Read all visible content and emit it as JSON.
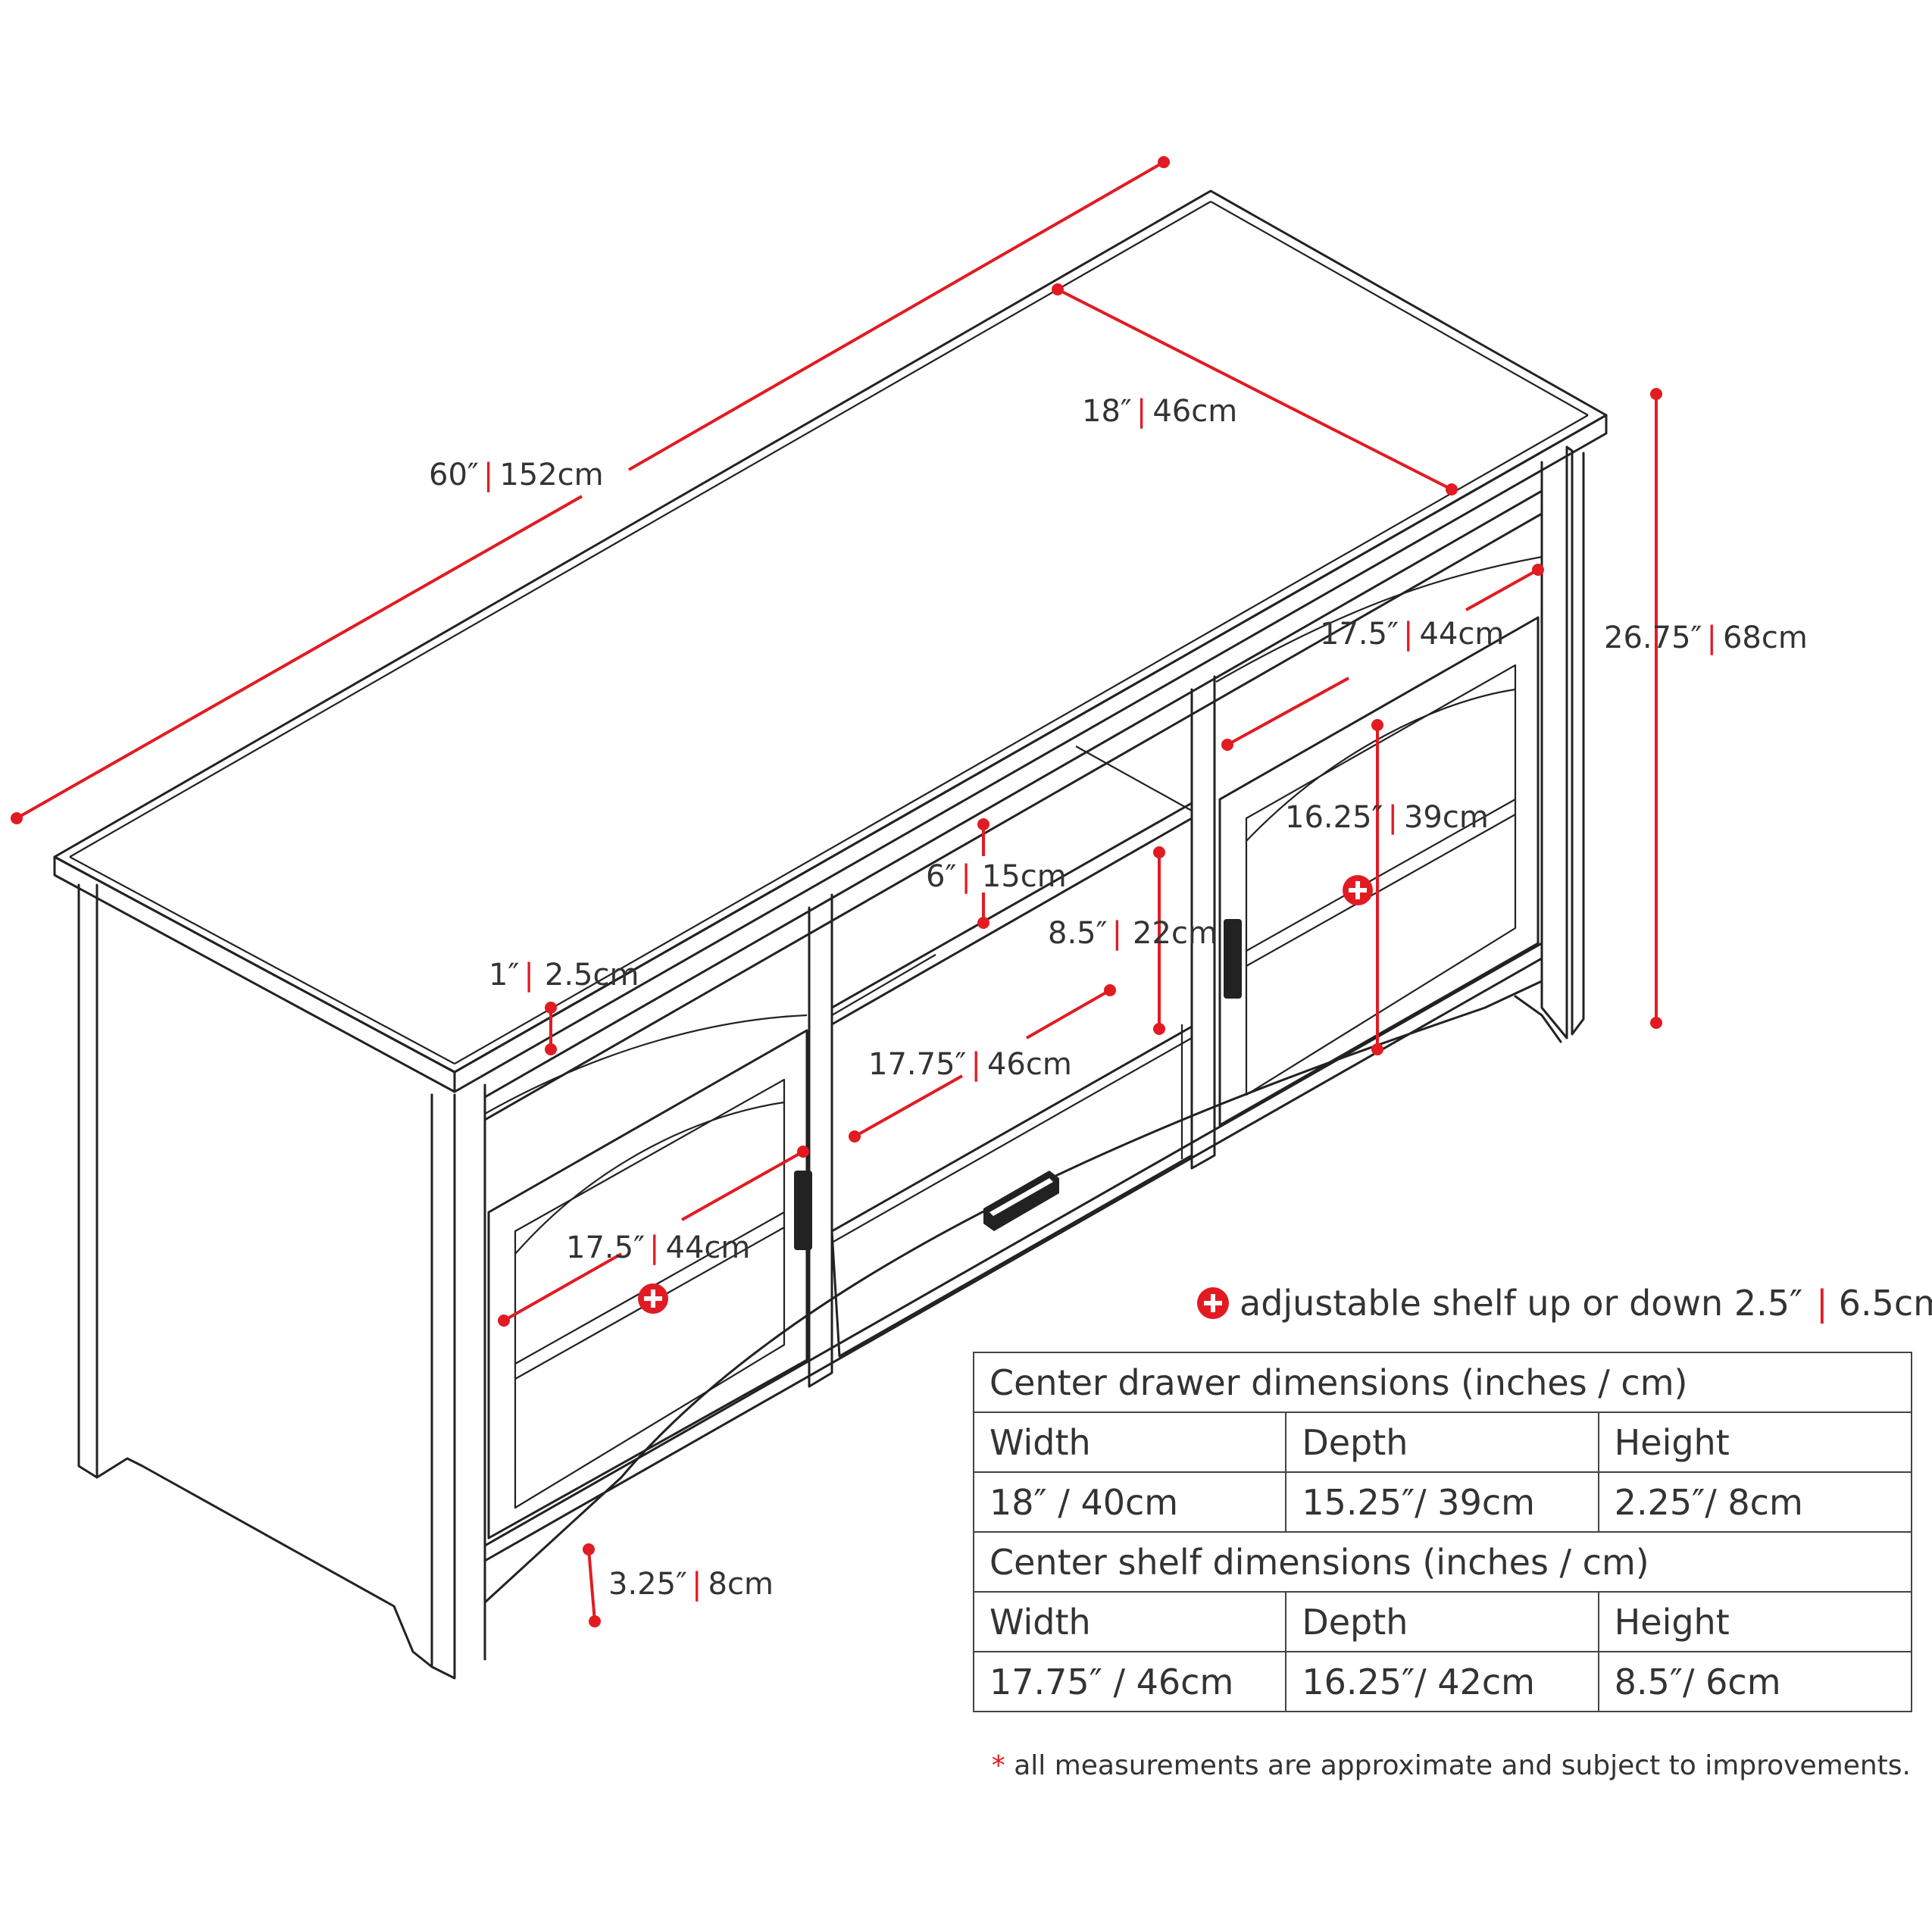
{
  "dimension_labels": {
    "width": {
      "imperial": "60″",
      "metric": "152cm"
    },
    "depth": {
      "imperial": "18″",
      "metric": "46cm"
    },
    "height": {
      "imperial": "26.75″",
      "metric": "68cm"
    },
    "top_thickness": {
      "imperial": "1″",
      "metric": "2.5cm"
    },
    "upper_opening": {
      "imperial": "6″",
      "metric": "15cm"
    },
    "center_opening": {
      "imperial": "8.5″",
      "metric": "22cm"
    },
    "center_width": {
      "imperial": "17.75″",
      "metric": "46cm"
    },
    "right_cabinet_width": {
      "imperial": "17.5″",
      "metric": "44cm"
    },
    "right_cabinet_height": {
      "imperial": "16.25″",
      "metric": "39cm"
    },
    "left_cabinet_width": {
      "imperial": "17.5″",
      "metric": "44cm"
    },
    "leg_clearance": {
      "imperial": "3.25″",
      "metric": "8cm"
    }
  },
  "legend": {
    "icon": "plus-circle-icon",
    "text": "adjustable shelf up or down 2.5″",
    "metric": "6.5cm"
  },
  "drawer_table": {
    "title": "Center drawer dimensions (inches / cm)",
    "headers": [
      "Width",
      "Depth",
      "Height"
    ],
    "values": [
      "18″ / 40cm",
      "15.25″/ 39cm",
      "2.25″/ 8cm"
    ]
  },
  "shelf_table": {
    "title": "Center shelf dimensions (inches / cm)",
    "headers": [
      "Width",
      "Depth",
      "Height"
    ],
    "values": [
      "17.75″ / 46cm",
      "16.25″/ 42cm",
      "8.5″/ 6cm"
    ]
  },
  "footnote": {
    "asterisk": "*",
    "text": "all measurements are approximate and subject to improvements."
  },
  "colors": {
    "accent": "#e21b23",
    "line": "#222222",
    "text": "#333333"
  }
}
